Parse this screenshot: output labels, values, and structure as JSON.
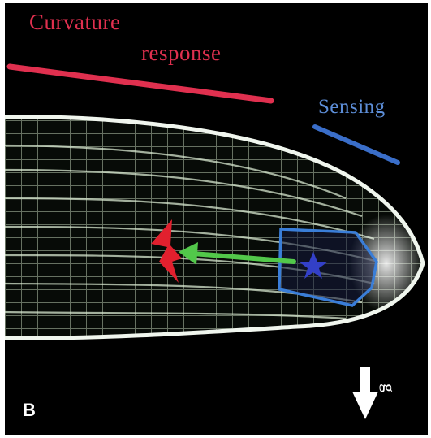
{
  "labels": {
    "curvature": "Curvature",
    "response": "response",
    "sensing": "Sensing",
    "panel_letter": "B",
    "gravity": "g"
  },
  "colors": {
    "curvature": "#e0304f",
    "sensing": "#3a6ec9",
    "arrow": "#52c84a",
    "star": "#3340c8",
    "lightning": "#e2202e",
    "cells": "#d8e8d0"
  },
  "icons": {
    "gravity_arrow": "down-arrow-icon",
    "auxin_source": "star-icon",
    "auxin_flow": "left-arrow-icon",
    "response_zone": "lightning-icon"
  }
}
